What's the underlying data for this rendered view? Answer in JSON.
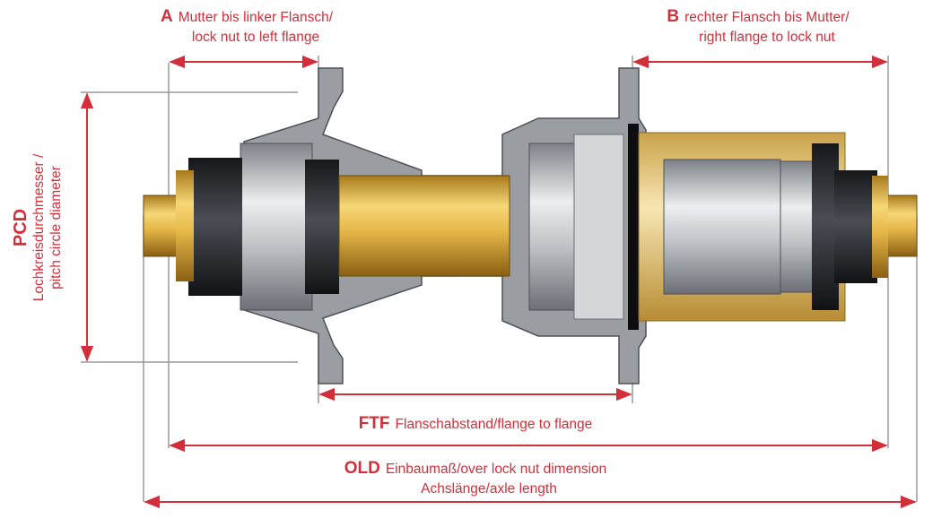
{
  "labels": {
    "a": {
      "key": "A",
      "line1": "Mutter bis linker Flansch/",
      "line2": "lock nut to left flange"
    },
    "b": {
      "key": "B",
      "line1": "rechter Flansch bis Mutter/",
      "line2": "right flange to lock nut"
    },
    "ftf": {
      "key": "FTF",
      "text": "Flanschabstand/flange to flange"
    },
    "old": {
      "key": "OLD",
      "line1": "Einbaumaß/over lock nut dimension",
      "line2": "Achslänge/axle length"
    },
    "pcd": {
      "key": "PCD",
      "line1": "Lochkreisdurchmesser /",
      "line2": "pitch circle diameter"
    }
  },
  "colors": {
    "accent": "#d32f3a",
    "gold": "#e3b84a",
    "silver": "#b9bcc0",
    "dark": "#2b2d31",
    "guide": "#9a9a9a"
  }
}
